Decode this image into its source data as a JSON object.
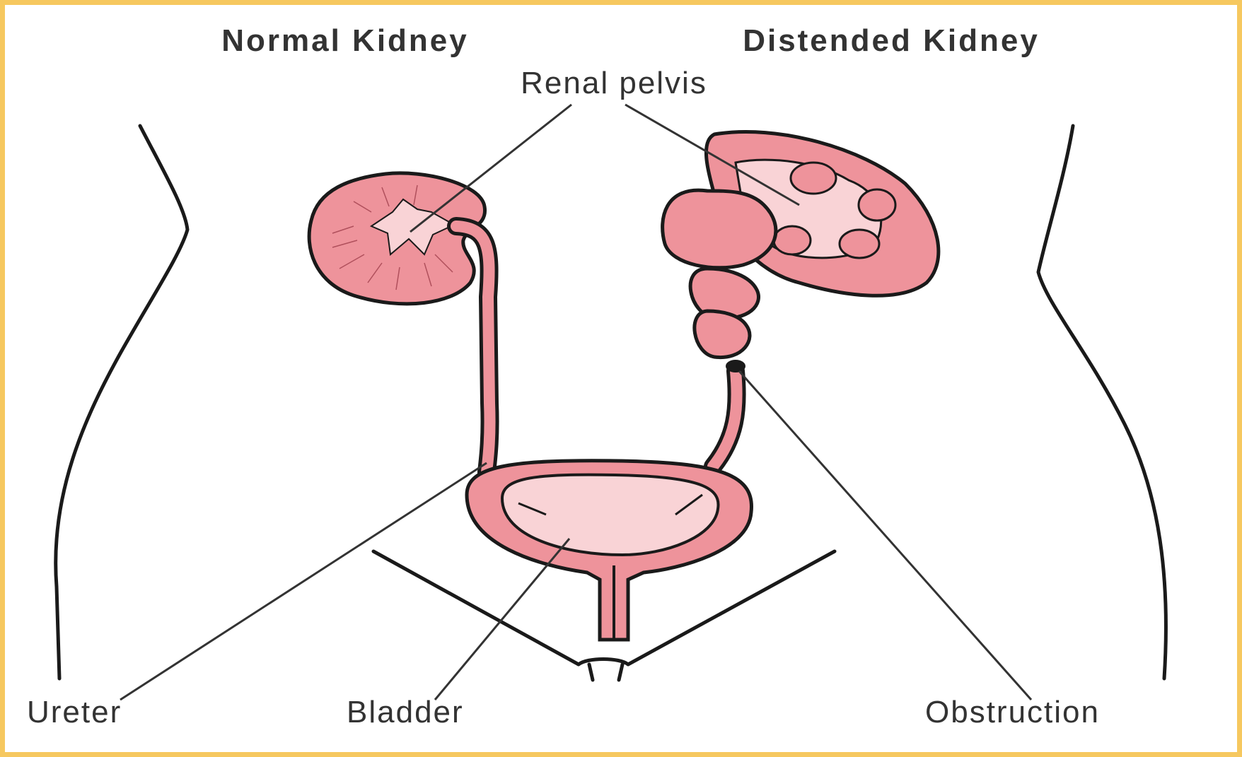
{
  "titles": {
    "normal": "Normal Kidney",
    "distended": "Distended Kidney"
  },
  "labels": {
    "renal_pelvis": "Renal pelvis",
    "ureter": "Ureter",
    "bladder": "Bladder",
    "obstruction": "Obstruction"
  },
  "colors": {
    "frame": "#f6c85f",
    "tissue": "#ee939b",
    "tissue_light": "#f9d3d6",
    "outline": "#1a1a1a"
  }
}
